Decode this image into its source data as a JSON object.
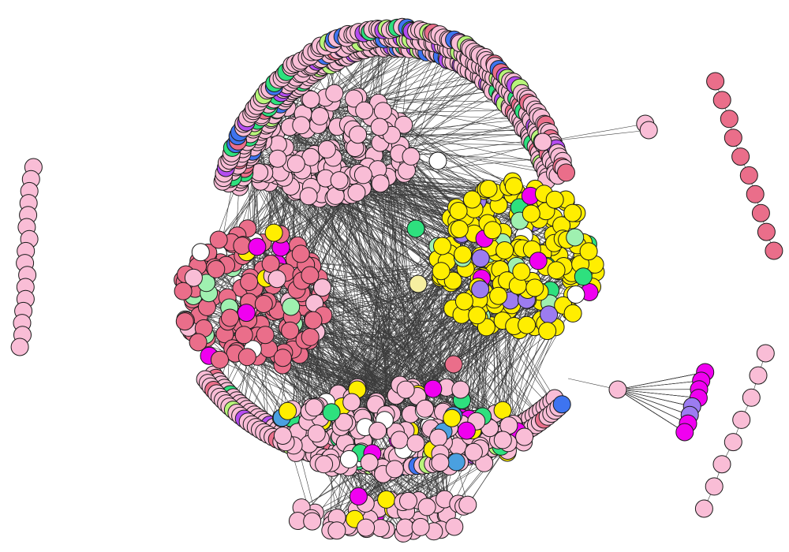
{
  "diagram": {
    "type": "network-graph",
    "background": "#ffffff",
    "edge_color": "#404040",
    "node_stroke": "#111111",
    "palette": {
      "light_pink": "#f9bdd6",
      "rose": "#ea6e8a",
      "yellow": "#ffee00",
      "white": "#ffffff",
      "magenta": "#f000f0",
      "green": "#2ee07e",
      "mint": "#9ff0b0",
      "blue": "#3e74f0",
      "purple": "#b44cf0",
      "lime": "#b8f57a",
      "lavender": "#9c7cf0",
      "pale_yellow": "#f6efa0",
      "salmon": "#f08a80",
      "sky": "#4aa0e0"
    },
    "regions": [
      {
        "id": "top-dense-cluster",
        "dominant_color": "light_pink"
      },
      {
        "id": "top-arc",
        "dominant_color": "light_pink",
        "accents": [
          "blue",
          "purple",
          "lime",
          "green",
          "rose"
        ]
      },
      {
        "id": "left-rose-sphere",
        "dominant_color": "rose",
        "accents": [
          "light_pink",
          "white",
          "yellow",
          "magenta",
          "mint"
        ]
      },
      {
        "id": "right-yellow-sphere",
        "dominant_color": "yellow",
        "accents": [
          "white",
          "magenta",
          "green",
          "mint",
          "lavender"
        ]
      },
      {
        "id": "bottom-dense-cluster",
        "dominant_color": "light_pink",
        "accents": [
          "magenta",
          "yellow",
          "white",
          "green",
          "sky"
        ]
      },
      {
        "id": "bottom-cap",
        "dominant_color": "light_pink",
        "accents": [
          "yellow",
          "magenta"
        ]
      },
      {
        "id": "left-chain",
        "dominant_color": "light_pink"
      },
      {
        "id": "right-rose-chain",
        "dominant_color": "rose"
      },
      {
        "id": "right-lower-chain",
        "dominant_color": "light_pink"
      },
      {
        "id": "right-fan",
        "dominant_color": "magenta",
        "accents": [
          "lavender",
          "light_pink"
        ]
      },
      {
        "id": "top-right-pair",
        "dominant_color": "light_pink"
      }
    ]
  }
}
